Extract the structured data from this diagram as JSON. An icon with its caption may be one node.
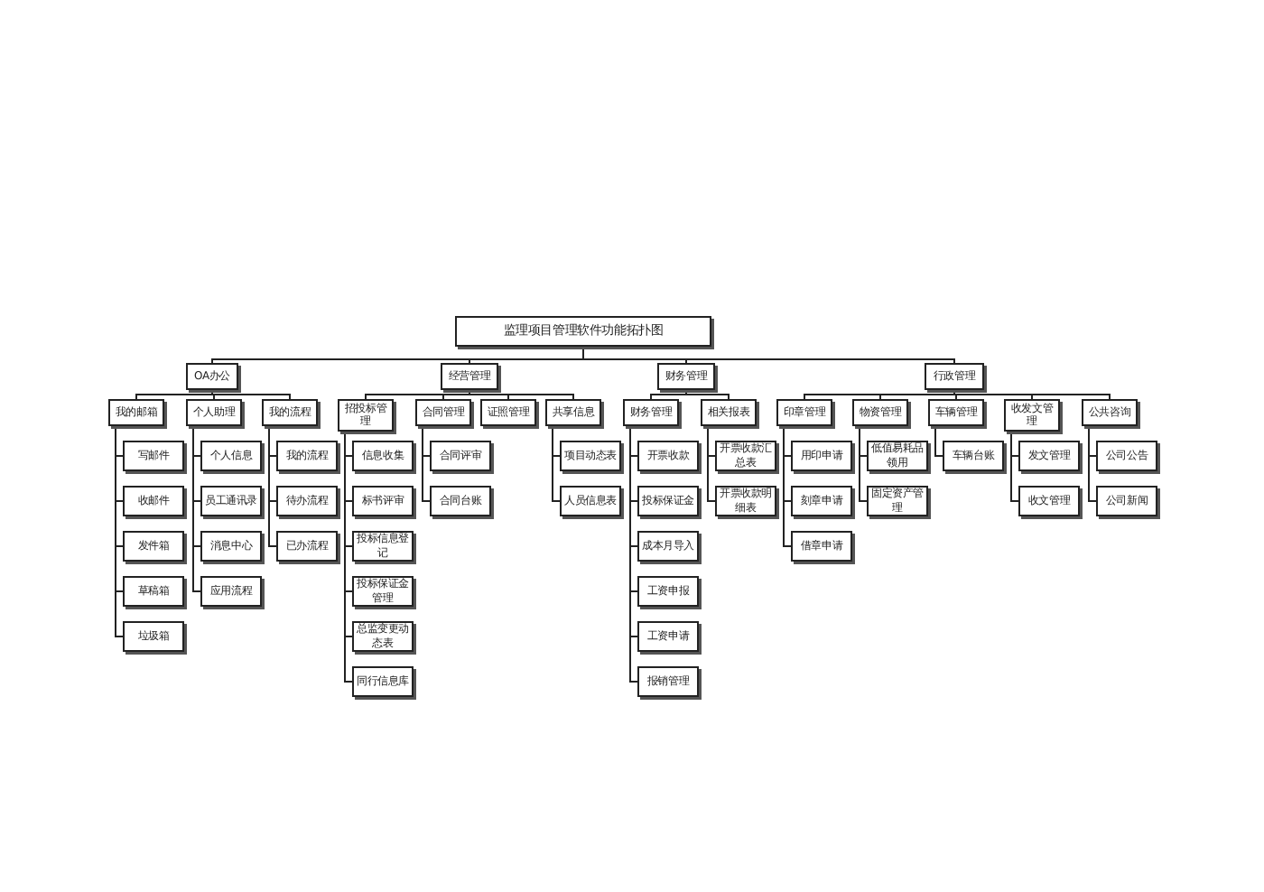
{
  "diagram": {
    "nodes": [
      {
        "text": [
          "监理项目管理软件功能拓扑图"
        ]
      },
      {
        "text": [
          "OA办公"
        ]
      },
      {
        "text": [
          "经营管理"
        ]
      },
      {
        "text": [
          "财务管理"
        ]
      },
      {
        "text": [
          "行政管理"
        ]
      },
      {
        "text": [
          "我的邮箱"
        ]
      },
      {
        "text": [
          "个人助理"
        ]
      },
      {
        "text": [
          "我的流程"
        ]
      },
      {
        "text": [
          "招投标管理"
        ]
      },
      {
        "text": [
          "合同管理"
        ]
      },
      {
        "text": [
          "证照管理"
        ]
      },
      {
        "text": [
          "共享信息"
        ]
      },
      {
        "text": [
          "财务管理"
        ]
      },
      {
        "text": [
          "相关报表"
        ]
      },
      {
        "text": [
          "印章管理"
        ]
      },
      {
        "text": [
          "物资管理"
        ]
      },
      {
        "text": [
          "车辆管理"
        ]
      },
      {
        "text": [
          "收发文管理"
        ]
      },
      {
        "text": [
          "公共咨询"
        ]
      },
      {
        "text": [
          "写邮件"
        ]
      },
      {
        "text": [
          "收邮件"
        ]
      },
      {
        "text": [
          "发件箱"
        ]
      },
      {
        "text": [
          "草稿箱"
        ]
      },
      {
        "text": [
          "垃圾箱"
        ]
      },
      {
        "text": [
          "个人信息"
        ]
      },
      {
        "text": [
          "员工通讯录"
        ]
      },
      {
        "text": [
          "消息中心"
        ]
      },
      {
        "text": [
          "应用流程"
        ]
      },
      {
        "text": [
          "我的流程"
        ]
      },
      {
        "text": [
          "待办流程"
        ]
      },
      {
        "text": [
          "已办流程"
        ]
      },
      {
        "text": [
          "信息收集"
        ]
      },
      {
        "text": [
          "标书评审"
        ]
      },
      {
        "text": [
          "投标信息登记"
        ]
      },
      {
        "text": [
          "投标保证金管理"
        ]
      },
      {
        "text": [
          "总监变更动态表"
        ]
      },
      {
        "text": [
          "同行信息库"
        ]
      },
      {
        "text": [
          "合同评审"
        ]
      },
      {
        "text": [
          "合同台账"
        ]
      },
      {
        "text": [
          "项目动态表"
        ]
      },
      {
        "text": [
          "人员信息表"
        ]
      },
      {
        "text": [
          "开票收款"
        ]
      },
      {
        "text": [
          "投标保证金"
        ]
      },
      {
        "text": [
          "成本月导入"
        ]
      },
      {
        "text": [
          "工资申报"
        ]
      },
      {
        "text": [
          "工资申请"
        ]
      },
      {
        "text": [
          "报销管理"
        ]
      },
      {
        "text": [
          "开票收款汇总表"
        ]
      },
      {
        "text": [
          "开票收款明细表"
        ]
      },
      {
        "text": [
          "用印申请"
        ]
      },
      {
        "text": [
          "刻章申请"
        ]
      },
      {
        "text": [
          "借章申请"
        ]
      },
      {
        "text": [
          "低值易耗品领用"
        ]
      },
      {
        "text": [
          "固定资产管理"
        ]
      },
      {
        "text": [
          "车辆台账"
        ]
      },
      {
        "text": [
          "发文管理"
        ]
      },
      {
        "text": [
          "收文管理"
        ]
      },
      {
        "text": [
          "公司公告"
        ]
      },
      {
        "text": [
          "公司新闻"
        ]
      }
    ],
    "edges": [
      {
        "from": 0,
        "to": 1,
        "arrow": "none"
      },
      {
        "from": 0,
        "to": 2,
        "arrow": "none"
      },
      {
        "from": 0,
        "to": 3,
        "arrow": "none"
      },
      {
        "from": 0,
        "to": 4,
        "arrow": "none"
      },
      {
        "from": 1,
        "to": 5,
        "arrow": "none"
      },
      {
        "from": 1,
        "to": 6,
        "arrow": "none"
      },
      {
        "from": 1,
        "to": 7,
        "arrow": "none"
      },
      {
        "from": 2,
        "to": 8,
        "arrow": "none"
      },
      {
        "from": 2,
        "to": 9,
        "arrow": "none"
      },
      {
        "from": 2,
        "to": 10,
        "arrow": "none"
      },
      {
        "from": 2,
        "to": 11,
        "arrow": "none"
      },
      {
        "from": 3,
        "to": 12,
        "arrow": "none"
      },
      {
        "from": 3,
        "to": 13,
        "arrow": "none"
      },
      {
        "from": 4,
        "to": 14,
        "arrow": "none"
      },
      {
        "from": 4,
        "to": 15,
        "arrow": "none"
      },
      {
        "from": 4,
        "to": 16,
        "arrow": "none"
      },
      {
        "from": 4,
        "to": 17,
        "arrow": "none"
      },
      {
        "from": 4,
        "to": 18,
        "arrow": "none"
      },
      {
        "from": 5,
        "to": 19,
        "arrow": "none"
      },
      {
        "from": 5,
        "to": 20,
        "arrow": "none"
      },
      {
        "from": 5,
        "to": 21,
        "arrow": "none"
      },
      {
        "from": 5,
        "to": 22,
        "arrow": "none"
      },
      {
        "from": 5,
        "to": 23,
        "arrow": "none"
      },
      {
        "from": 6,
        "to": 24,
        "arrow": "none"
      },
      {
        "from": 6,
        "to": 25,
        "arrow": "none"
      },
      {
        "from": 6,
        "to": 26,
        "arrow": "none"
      },
      {
        "from": 6,
        "to": 27,
        "arrow": "none"
      },
      {
        "from": 7,
        "to": 28,
        "arrow": "none"
      },
      {
        "from": 7,
        "to": 29,
        "arrow": "none"
      },
      {
        "from": 7,
        "to": 30,
        "arrow": "none"
      },
      {
        "from": 8,
        "to": 31,
        "arrow": "none"
      },
      {
        "from": 8,
        "to": 32,
        "arrow": "none"
      },
      {
        "from": 8,
        "to": 33,
        "arrow": "none"
      },
      {
        "from": 8,
        "to": 34,
        "arrow": "none"
      },
      {
        "from": 8,
        "to": 35,
        "arrow": "none"
      },
      {
        "from": 8,
        "to": 36,
        "arrow": "none"
      },
      {
        "from": 9,
        "to": 37,
        "arrow": "none"
      },
      {
        "from": 9,
        "to": 38,
        "arrow": "none"
      },
      {
        "from": 11,
        "to": 39,
        "arrow": "none"
      },
      {
        "from": 11,
        "to": 40,
        "arrow": "none"
      },
      {
        "from": 12,
        "to": 41,
        "arrow": "none"
      },
      {
        "from": 12,
        "to": 42,
        "arrow": "none"
      },
      {
        "from": 12,
        "to": 43,
        "arrow": "none"
      },
      {
        "from": 12,
        "to": 44,
        "arrow": "none"
      },
      {
        "from": 12,
        "to": 45,
        "arrow": "none"
      },
      {
        "from": 12,
        "to": 46,
        "arrow": "none"
      },
      {
        "from": 13,
        "to": 47,
        "arrow": "none"
      },
      {
        "from": 13,
        "to": 48,
        "arrow": "none"
      },
      {
        "from": 14,
        "to": 49,
        "arrow": "none"
      },
      {
        "from": 14,
        "to": 50,
        "arrow": "none"
      },
      {
        "from": 14,
        "to": 51,
        "arrow": "none"
      },
      {
        "from": 15,
        "to": 52,
        "arrow": "none"
      },
      {
        "from": 15,
        "to": 53,
        "arrow": "none"
      },
      {
        "from": 16,
        "to": 54,
        "arrow": "none"
      },
      {
        "from": 17,
        "to": 55,
        "arrow": "none"
      },
      {
        "from": 17,
        "to": 56,
        "arrow": "none"
      },
      {
        "from": 18,
        "to": 57,
        "arrow": "none"
      },
      {
        "from": 18,
        "to": 58,
        "arrow": "none"
      }
    ]
  }
}
